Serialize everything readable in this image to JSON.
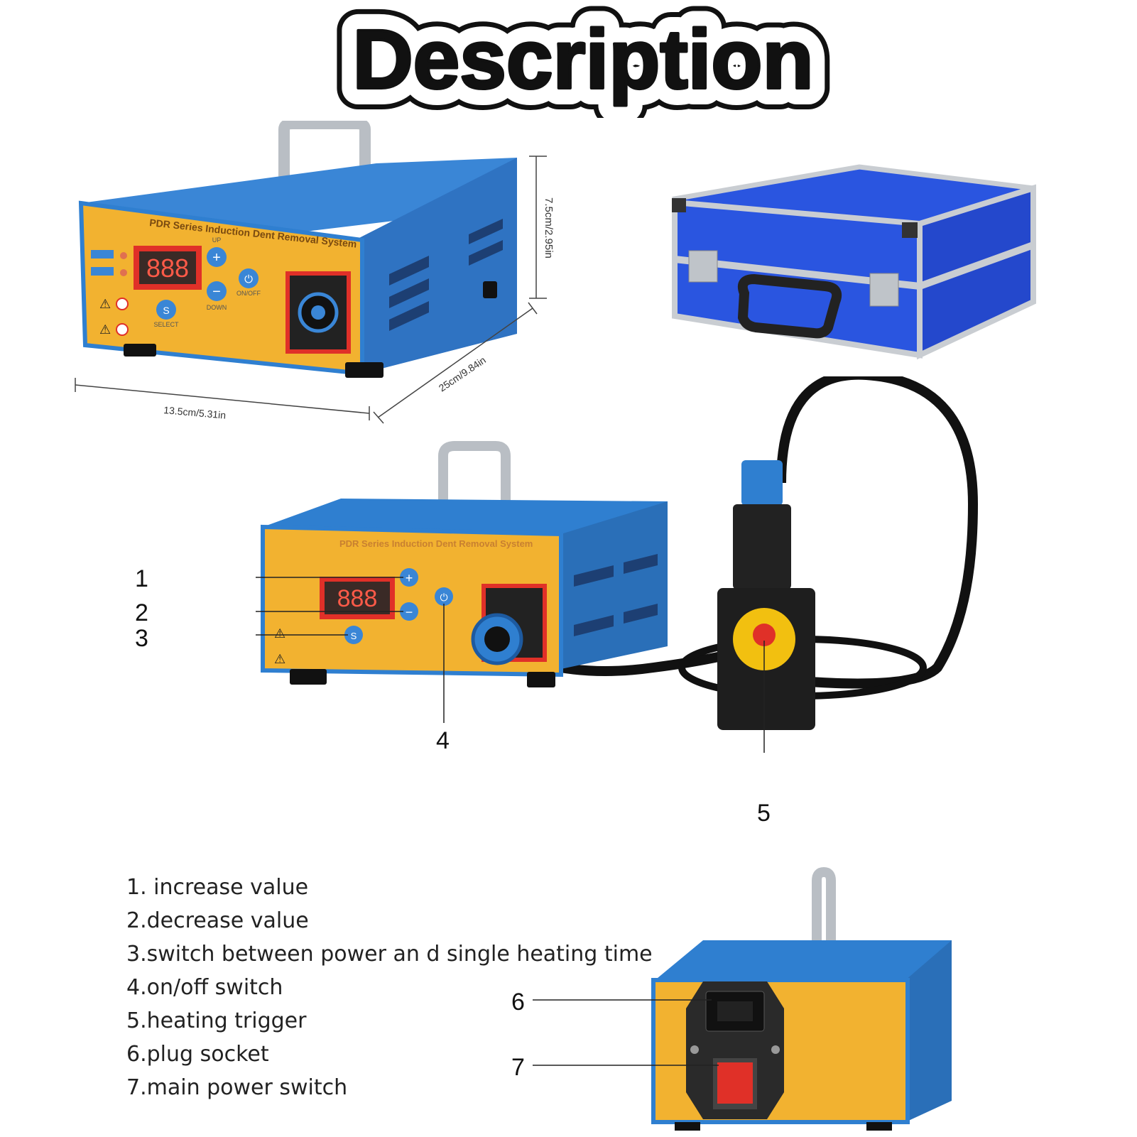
{
  "title": "Description",
  "unit_top": {
    "brand_line": "PDR Series Induction Dent Removal System",
    "display": "888",
    "labels": {
      "up": "UP",
      "down": "DOWN",
      "onoff": "ON/OFF",
      "select": "SELECT",
      "s_key": "S"
    },
    "dim_height": "7.5cm/2.95in",
    "dim_depth": "25cm/9.84in",
    "dim_width": "13.5cm/5.31in"
  },
  "unit_front": {
    "brand_line": "PDR Series Induction Dent Removal System",
    "display": "888",
    "s_key": "S"
  },
  "callouts": [
    "1",
    "2",
    "3",
    "4",
    "5",
    "6",
    "7"
  ],
  "legend": [
    "1. increase value",
    "2.decrease value",
    "3.switch between power an d single heating time",
    "4.on/off switch",
    "5.heating trigger",
    "6.plug socket",
    "7.main power switch"
  ],
  "colors": {
    "panel_yellow": "#f2b230",
    "case_blue": "#2f7fd0",
    "red": "#e03028",
    "display_bg": "#3a2a26",
    "display_digits": "#ff5a48",
    "aluminium": "#c9cdd2",
    "case_panel": "#2a55e0"
  }
}
